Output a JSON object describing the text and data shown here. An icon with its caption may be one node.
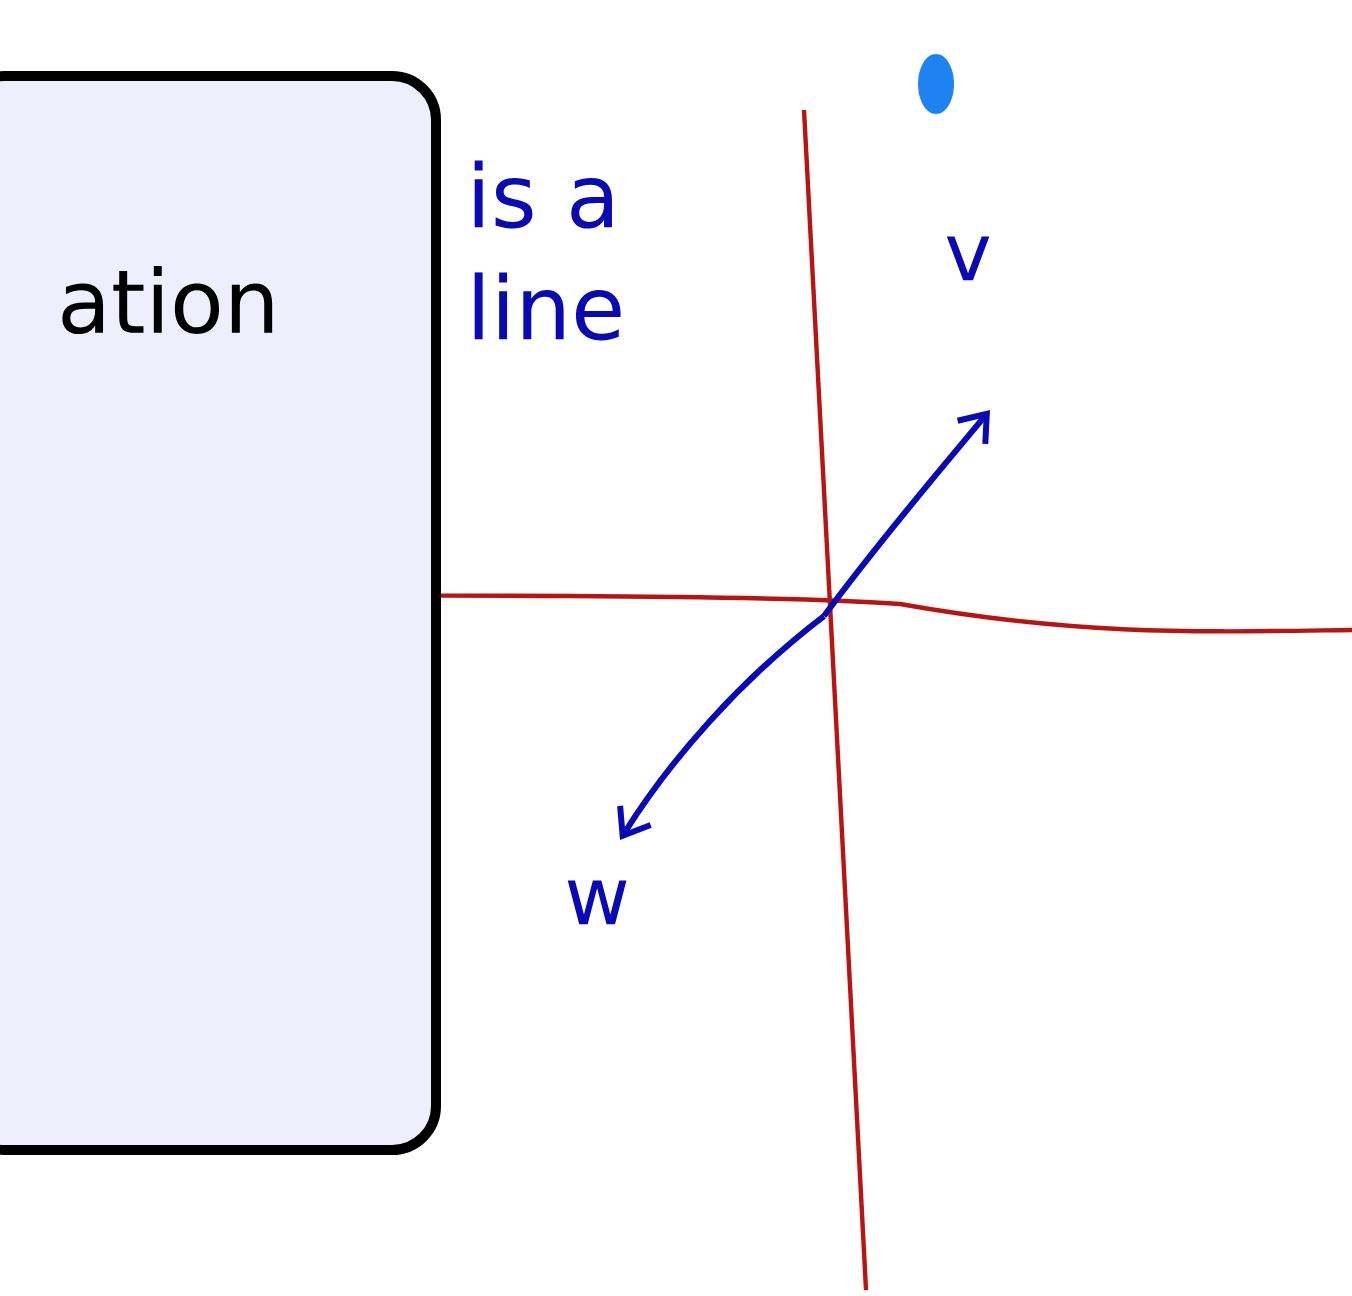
{
  "diagram": {
    "nodes": [
      {
        "text": [
          "ation"
        ]
      }
    ],
    "labels": [
      "is a line",
      "v",
      "w"
    ]
  }
}
